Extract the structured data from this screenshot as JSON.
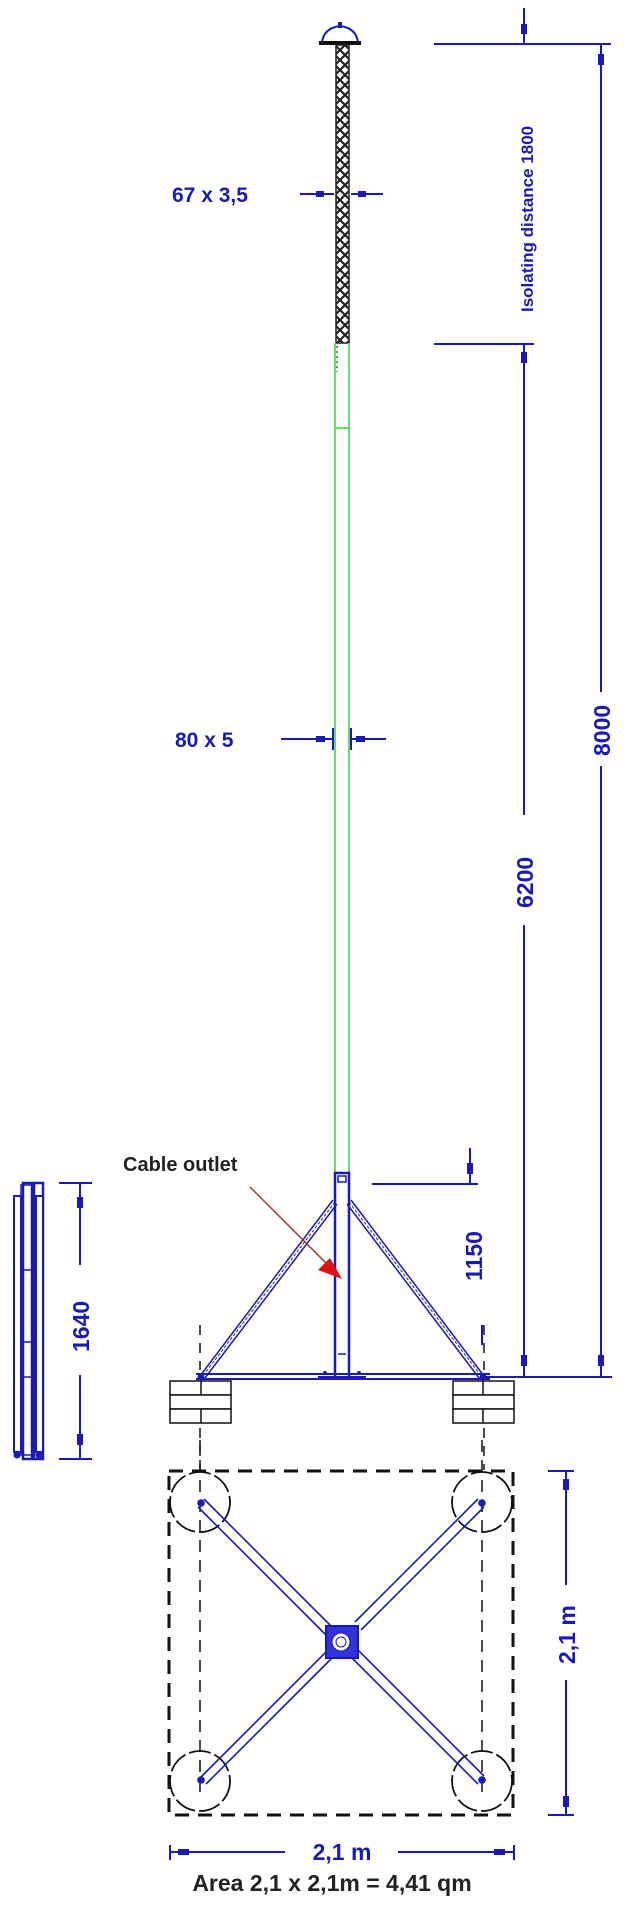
{
  "drawing": {
    "colors": {
      "dimension": "#1a1ab8",
      "steel": "#1a1ab8",
      "insulator_tube": "#66dd66",
      "lattice": "#222222",
      "arrow": "#dd1111",
      "outline": "#111111"
    },
    "labels": {
      "top_tube": "67 x 3,5",
      "insulating_tube": "80 x 5",
      "isolating_distance": "Isolating distance 1800",
      "height_total": "8000",
      "height_tube": "6200",
      "base_height": "1150",
      "side_view_height": "1640",
      "cable_outlet": "Cable outlet",
      "footprint_width": "2,1 m",
      "footprint_depth": "2,1 m",
      "area": "Area 2,1 x 2,1m = 4,41 qm"
    }
  }
}
